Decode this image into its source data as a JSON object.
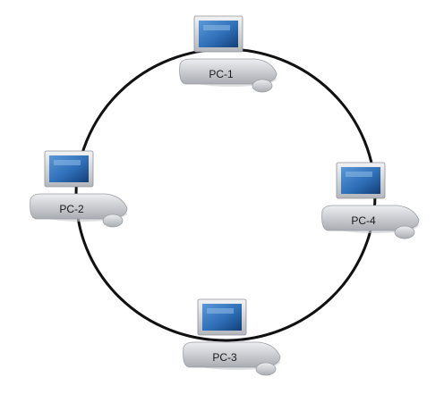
{
  "diagram": {
    "topology": "ring",
    "colors": {
      "ring": "#111111",
      "screen": "#2f6fb8",
      "screen_dark": "#123f78",
      "monitor_frame": "#c7c9cd",
      "base": "#d4d6da",
      "base_shadow": "#a7aaaf"
    },
    "nodes": [
      {
        "id": "pc1",
        "label": "PC-1",
        "icon": "desktop-computer-icon"
      },
      {
        "id": "pc2",
        "label": "PC-2",
        "icon": "desktop-computer-icon"
      },
      {
        "id": "pc3",
        "label": "PC-3",
        "icon": "desktop-computer-icon"
      },
      {
        "id": "pc4",
        "label": "PC-4",
        "icon": "desktop-computer-icon"
      }
    ]
  }
}
